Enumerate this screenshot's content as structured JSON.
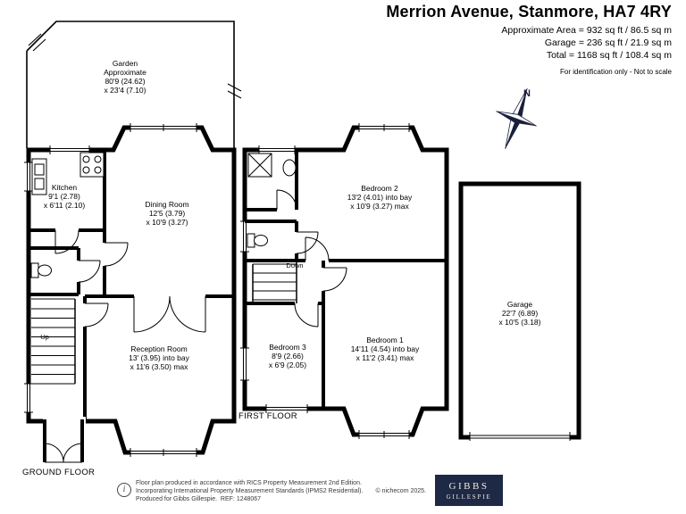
{
  "header": {
    "title": "Merrion Avenue, Stanmore, HA7 4RY",
    "area_lines": [
      "Approximate Area = 932 sq ft / 86.5 sq m",
      "Garage = 236 sq ft / 21.9 sq m",
      "Total = 1168 sq ft / 108.4 sq m"
    ],
    "note": "For identification only - Not to scale"
  },
  "compass": {
    "north_label": "N",
    "color": "#1a1f3d"
  },
  "ground_floor": {
    "floor_label": "GROUND FLOOR",
    "garden": [
      "Garden",
      "Approximate",
      "80'9 (24.62)",
      "x 23'4 (7.10)"
    ],
    "kitchen": [
      "Kitchen",
      "9'1 (2.78)",
      "x 6'11 (2.10)"
    ],
    "dining_room": [
      "Dining Room",
      "12'5 (3.79)",
      "x 10'9 (3.27)"
    ],
    "reception_room": [
      "Reception Room",
      "13' (3.95) into bay",
      "x 11'6 (3.50) max"
    ],
    "stairs_label": "Up"
  },
  "first_floor": {
    "floor_label": "FIRST FLOOR",
    "bedroom_2": [
      "Bedroom 2",
      "13'2 (4.01) into bay",
      "x 10'9 (3.27) max"
    ],
    "bedroom_3": [
      "Bedroom 3",
      "8'9 (2.66)",
      "x 6'9 (2.05)"
    ],
    "bedroom_1": [
      "Bedroom 1",
      "14'11 (4.54) into bay",
      "x 11'2 (3.41) max"
    ],
    "stairs_label": "Down"
  },
  "garage": {
    "label": [
      "Garage",
      "22'7 (6.89)",
      "x 10'5 (3.18)"
    ]
  },
  "footer": {
    "info_icon": "i",
    "line1": "Floor plan produced in accordance with RICS Property Measurement 2nd Edition.",
    "line2": "Incorporating International Property Measurement Standards (IPMS2 Residential).",
    "copyright": "© nichecom 2025.",
    "line3": "Produced for Gibbs Gillespie.  REF: 1248067",
    "logo": {
      "line1": "GIBBS",
      "line2": "GILLESPIE",
      "bg": "#1d2945",
      "fg": "#f2ead9"
    }
  }
}
